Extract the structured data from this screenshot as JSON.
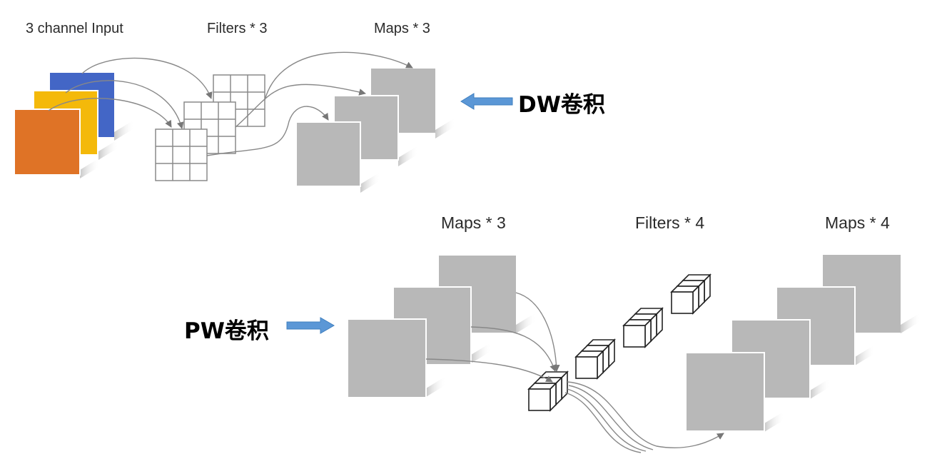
{
  "dw": {
    "input_label": "3 channel Input",
    "filters_label": "Filters * 3",
    "maps_label": "Maps * 3",
    "tag": "DW卷积",
    "channel_colors": [
      "#4366c6",
      "#f4b90a",
      "#df7326"
    ]
  },
  "pw": {
    "maps_in_label": "Maps * 3",
    "filters_label": "Filters * 4",
    "maps_out_label": "Maps * 4",
    "tag": "PW卷积"
  },
  "colors": {
    "map_gray": "#b8b8b8",
    "arrow_blue": "#5b97d6",
    "line_gray": "#888888"
  }
}
